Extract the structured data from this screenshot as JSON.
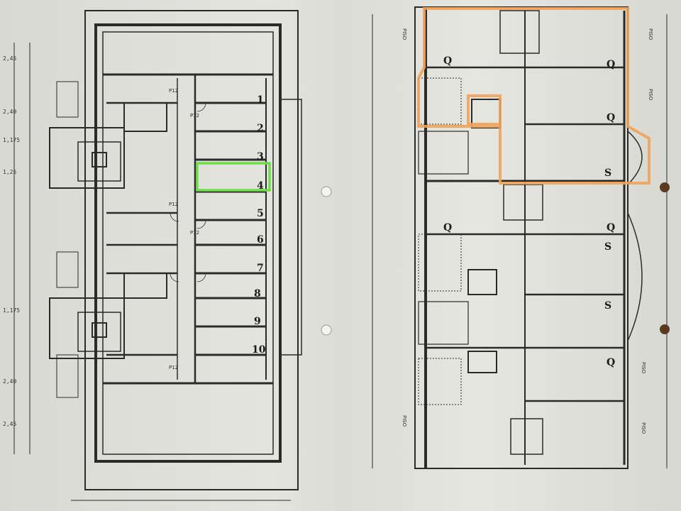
{
  "colors": {
    "ink": "#2a2a2a",
    "paper": "#e2e2dd",
    "highlight_green": "#6fdc4a",
    "highlight_orange": "#f0a25a"
  },
  "left_plan": {
    "dims_left": [
      "2,45",
      "2,40",
      "1,175",
      "1,25",
      "1,175",
      "2,40",
      "2,45"
    ],
    "unit_numbers": [
      "1",
      "2",
      "3",
      "4",
      "5",
      "6",
      "7",
      "8",
      "9",
      "10"
    ],
    "highlighted_unit": "4",
    "corridor_labels": [
      "P12",
      "P12",
      "P12",
      "P12",
      "P12"
    ]
  },
  "right_plan": {
    "room_labels": [
      "S",
      "S",
      "S",
      "Q",
      "Q",
      "Q",
      "Q",
      "Q",
      "Q"
    ],
    "floor_tags": [
      "PISO",
      "PISO",
      "PISO",
      "PISO",
      "PISO",
      "PISO"
    ]
  }
}
